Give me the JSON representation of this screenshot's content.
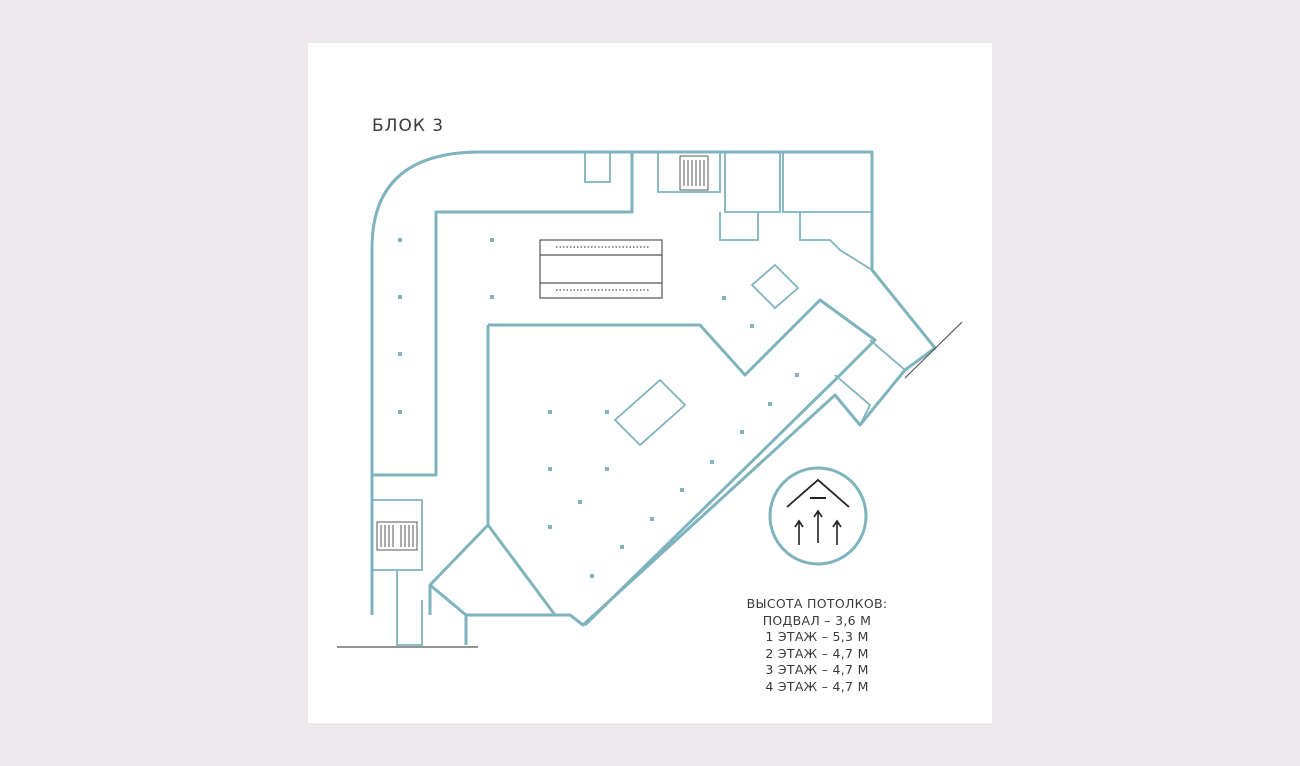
{
  "block_title": "БЛОК 3",
  "ceiling_heights": {
    "title": "ВЫСОТА ПОТОЛКОВ:",
    "lines": [
      "ПОДВАЛ – 3,6 М",
      "1 ЭТАЖ – 5,3 М",
      "2 ЭТАЖ – 4,7 М",
      "3 ЭТАЖ – 4,7 М",
      "4 ЭТАЖ – 4,7 М"
    ]
  },
  "colors": {
    "wall": "#7fb3bd",
    "background": "#ece8ec",
    "card": "#ffffff",
    "text": "#3a3a3a"
  },
  "icons": {
    "ceiling_height": "ceiling-height-icon"
  }
}
